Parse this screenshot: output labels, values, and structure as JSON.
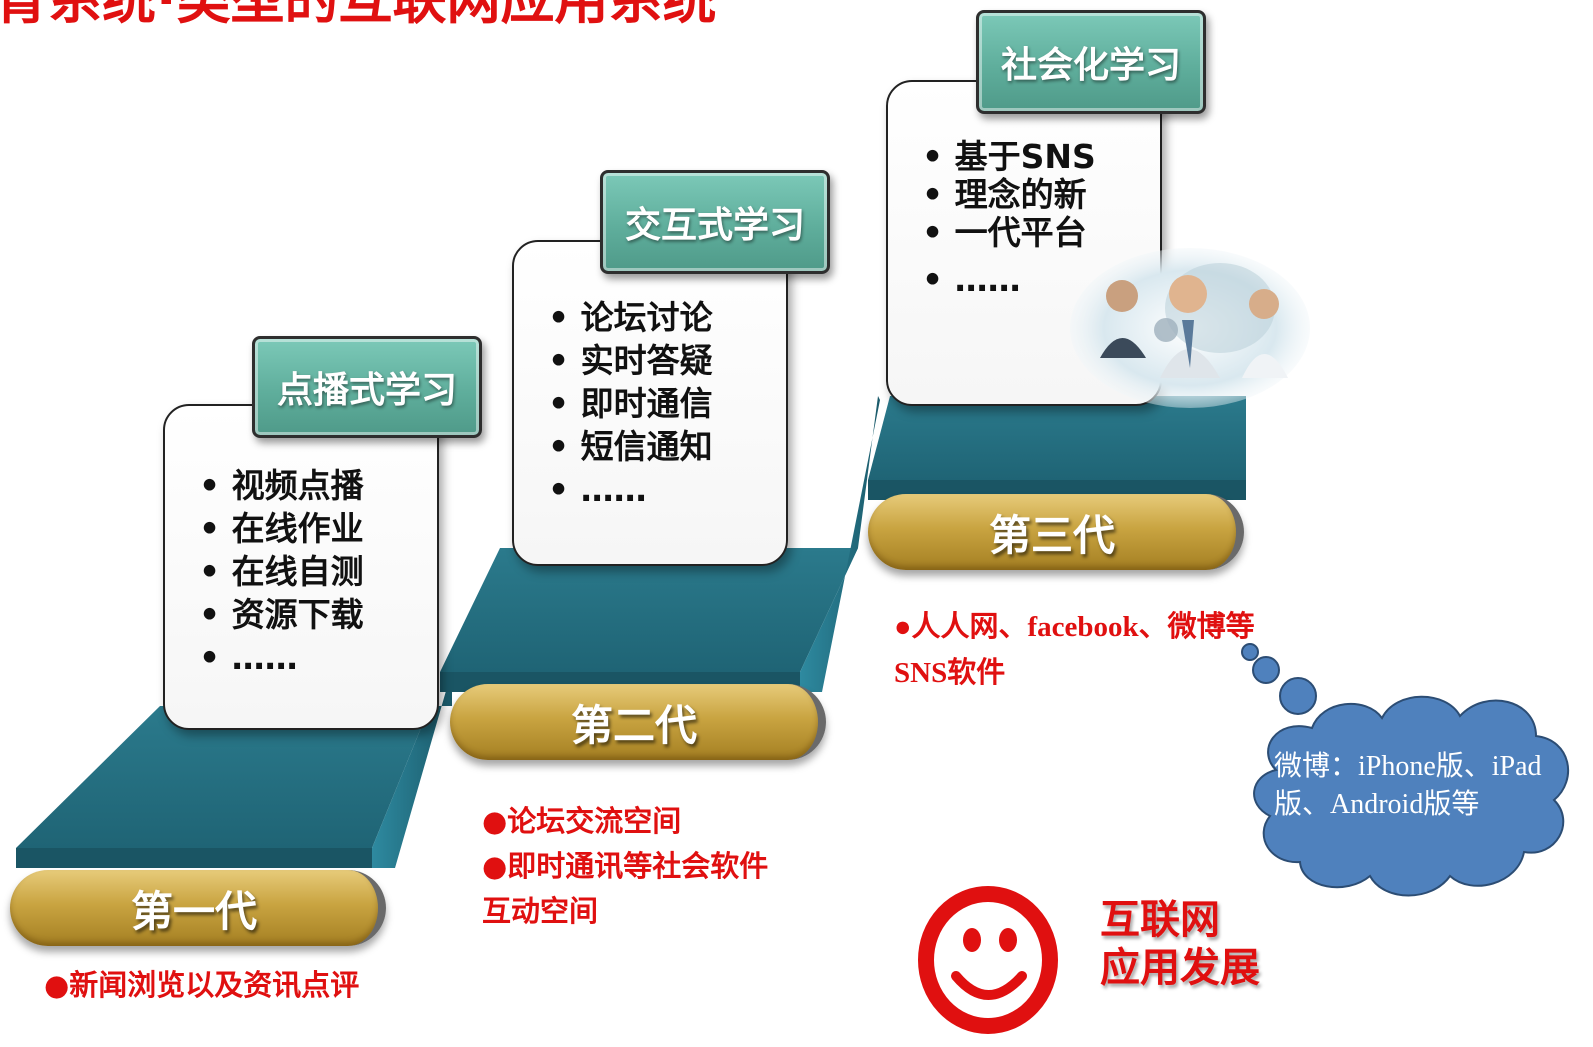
{
  "title": "教育系统·类型的互联网应用系统",
  "stages": [
    {
      "tag": "点播式学习",
      "items": [
        "视频点播",
        "在线作业",
        "在线自测",
        "资源下载",
        "……"
      ],
      "generation": "第一代",
      "notes": [
        "●新闻浏览以及资讯点评"
      ]
    },
    {
      "tag": "交互式学习",
      "items": [
        "论坛讨论",
        "实时答疑",
        "即时通信",
        "短信通知",
        "……"
      ],
      "generation": "第二代",
      "notes": [
        "●论坛交流空间",
        "●即时通讯等社会软件",
        "互动空间"
      ]
    },
    {
      "tag": "社会化学习",
      "items": [
        "基于SNS",
        "理念的新",
        "一代平台",
        "……"
      ],
      "generation": "第三代",
      "notes": [
        "●人人网、facebook、微博等",
        "SNS软件"
      ]
    }
  ],
  "cloud_text": "微博：iPhone版、iPad版、Android版等",
  "slogan": [
    "互联网",
    "应用发展"
  ],
  "colors": {
    "accent_red": "#e01010",
    "stair_teal": "#2f8295",
    "tag_green": "#5fae9c",
    "gold": "#c9a441",
    "cloud_blue": "#4f81bd"
  },
  "icons": [
    "smiley-face-icon",
    "business-people-photo"
  ]
}
